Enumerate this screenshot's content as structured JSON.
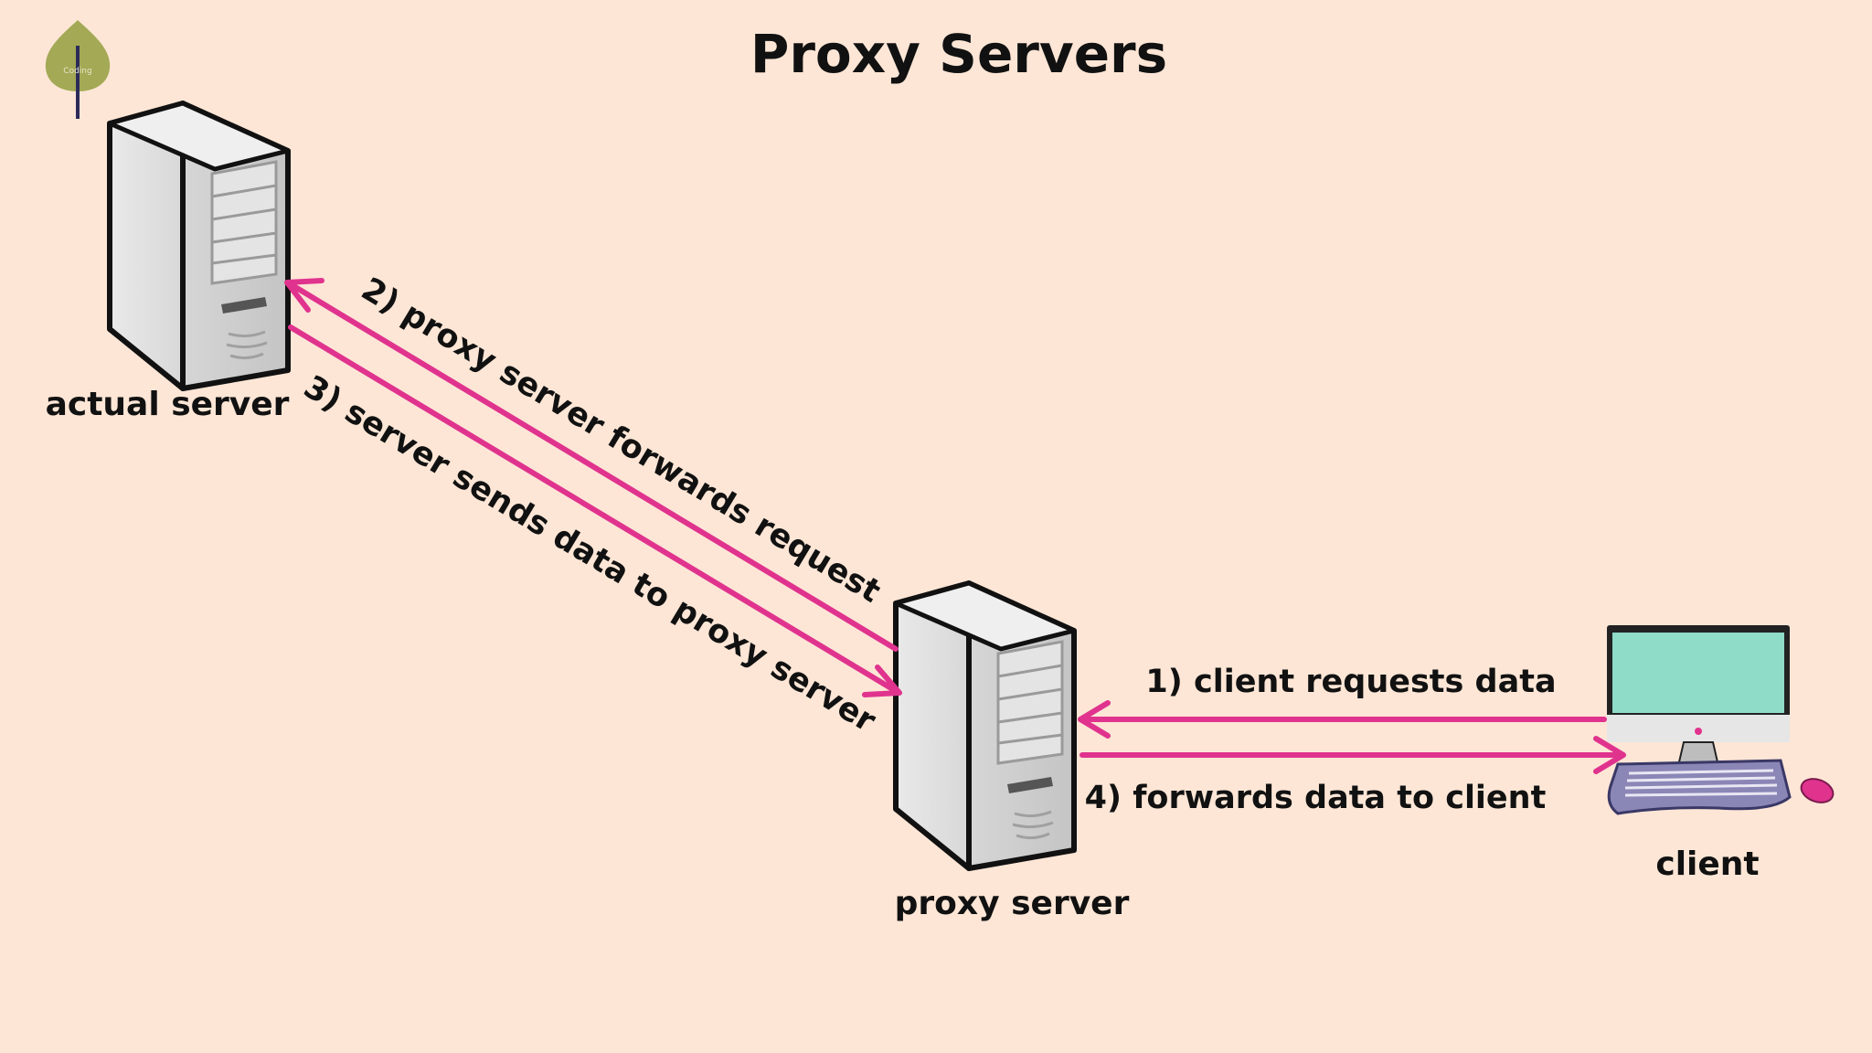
{
  "title": "Proxy Servers",
  "nodes": {
    "actual_server": {
      "label": "actual server"
    },
    "proxy_server": {
      "label": "proxy server"
    },
    "client": {
      "label": "client"
    }
  },
  "edges": {
    "step1": {
      "label": "1) client requests data",
      "from": "client",
      "to": "proxy_server"
    },
    "step2": {
      "label": "2) proxy server forwards request",
      "from": "proxy_server",
      "to": "actual_server"
    },
    "step3": {
      "label": "3) server sends data to proxy server",
      "from": "actual_server",
      "to": "proxy_server"
    },
    "step4": {
      "label": "4) forwards data to client",
      "from": "proxy_server",
      "to": "client"
    }
  },
  "colors": {
    "background": "#fde6d6",
    "arrow": "#e0338e",
    "text": "#111111",
    "monitor_screen": "#8fdcc9",
    "keyboard": "#8a86b6",
    "mouse": "#e0338e",
    "logo_leaf": "#a3a955"
  },
  "icons": {
    "logo": "leaf-logo-icon",
    "actual_server": "server-tower-icon",
    "proxy_server": "server-tower-icon",
    "client": "desktop-computer-icon"
  }
}
